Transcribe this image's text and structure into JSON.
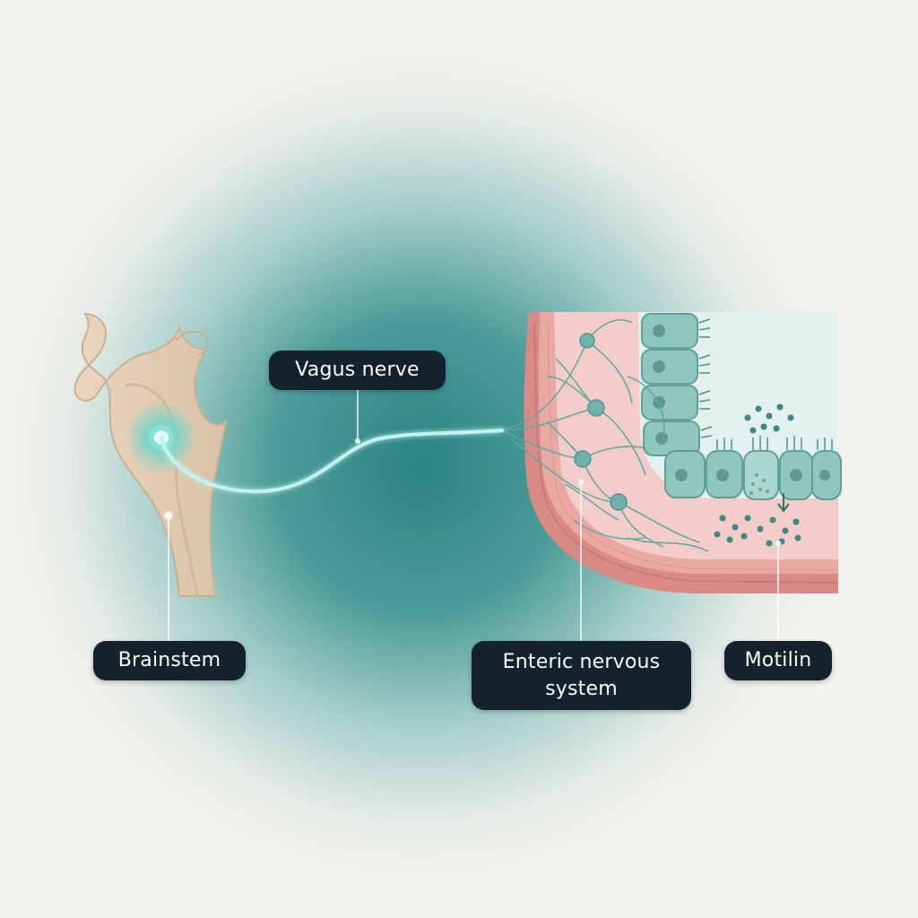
{
  "labels": {
    "vagus_nerve": "Vagus nerve",
    "brainstem": "Brainstem",
    "enteric_nervous_system_line1": "Enteric nervous",
    "enteric_nervous_system_line2": "system",
    "motilin": "Motilin"
  },
  "colors": {
    "background": "#f4f2ed",
    "glow": "#2f8a8a",
    "nerve": "#bff3ee",
    "label_bg": "#14222c",
    "tissue_pink": "#f2c7c4",
    "muscle": "#d9857f",
    "epithelium": "#9ed2c9",
    "brainstem": "#e8d4bc"
  }
}
